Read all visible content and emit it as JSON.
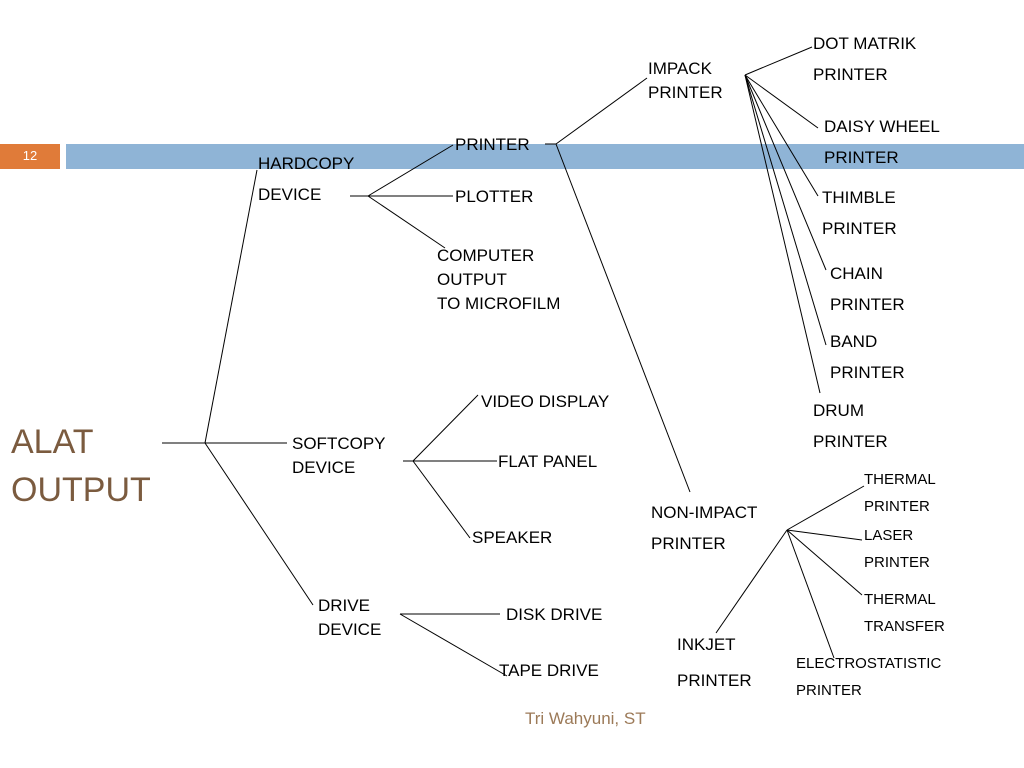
{
  "slide": {
    "number": "12",
    "footer": "Tri Wahyuni, ST",
    "accent_bar": "#8fb4d6",
    "number_box": "#e07b39",
    "root_color": "#7b5b3f"
  },
  "root": [
    "ALAT",
    "OUTPUT"
  ],
  "hardcopy": {
    "label": [
      "HARDCOPY",
      "DEVICE"
    ],
    "printer": "PRINTER",
    "plotter": "PLOTTER",
    "microfilm": [
      "COMPUTER",
      "OUTPUT",
      "TO MICROFILM"
    ]
  },
  "impact": {
    "label": [
      "IMPACK",
      "PRINTER"
    ],
    "dot_matrik": [
      "DOT MATRIK",
      "PRINTER"
    ],
    "daisy_wheel": [
      "DAISY WHEEL",
      "PRINTER"
    ],
    "thimble": [
      "THIMBLE",
      "PRINTER"
    ],
    "chain": [
      "CHAIN",
      "PRINTER"
    ],
    "band": [
      "BAND",
      "PRINTER"
    ],
    "drum": [
      "DRUM",
      "PRINTER"
    ]
  },
  "non_impact": {
    "label": [
      "NON-IMPACT",
      "PRINTER"
    ],
    "thermal": [
      "THERMAL",
      "PRINTER"
    ],
    "laser": [
      "LASER",
      "PRINTER"
    ],
    "thermal_transfer": [
      "THERMAL",
      "TRANSFER"
    ],
    "electrostatistic": [
      "ELECTROSTATISTIC",
      "PRINTER"
    ],
    "inkjet": [
      "INKJET",
      "PRINTER"
    ]
  },
  "softcopy": {
    "label": [
      "SOFTCOPY",
      "DEVICE"
    ],
    "video_display": "VIDEO DISPLAY",
    "flat_panel": "FLAT PANEL",
    "speaker": "SPEAKER"
  },
  "drive": {
    "label": [
      "DRIVE",
      "DEVICE"
    ],
    "disk_drive": "DISK DRIVE",
    "tape_drive": "TAPE DRIVE"
  }
}
